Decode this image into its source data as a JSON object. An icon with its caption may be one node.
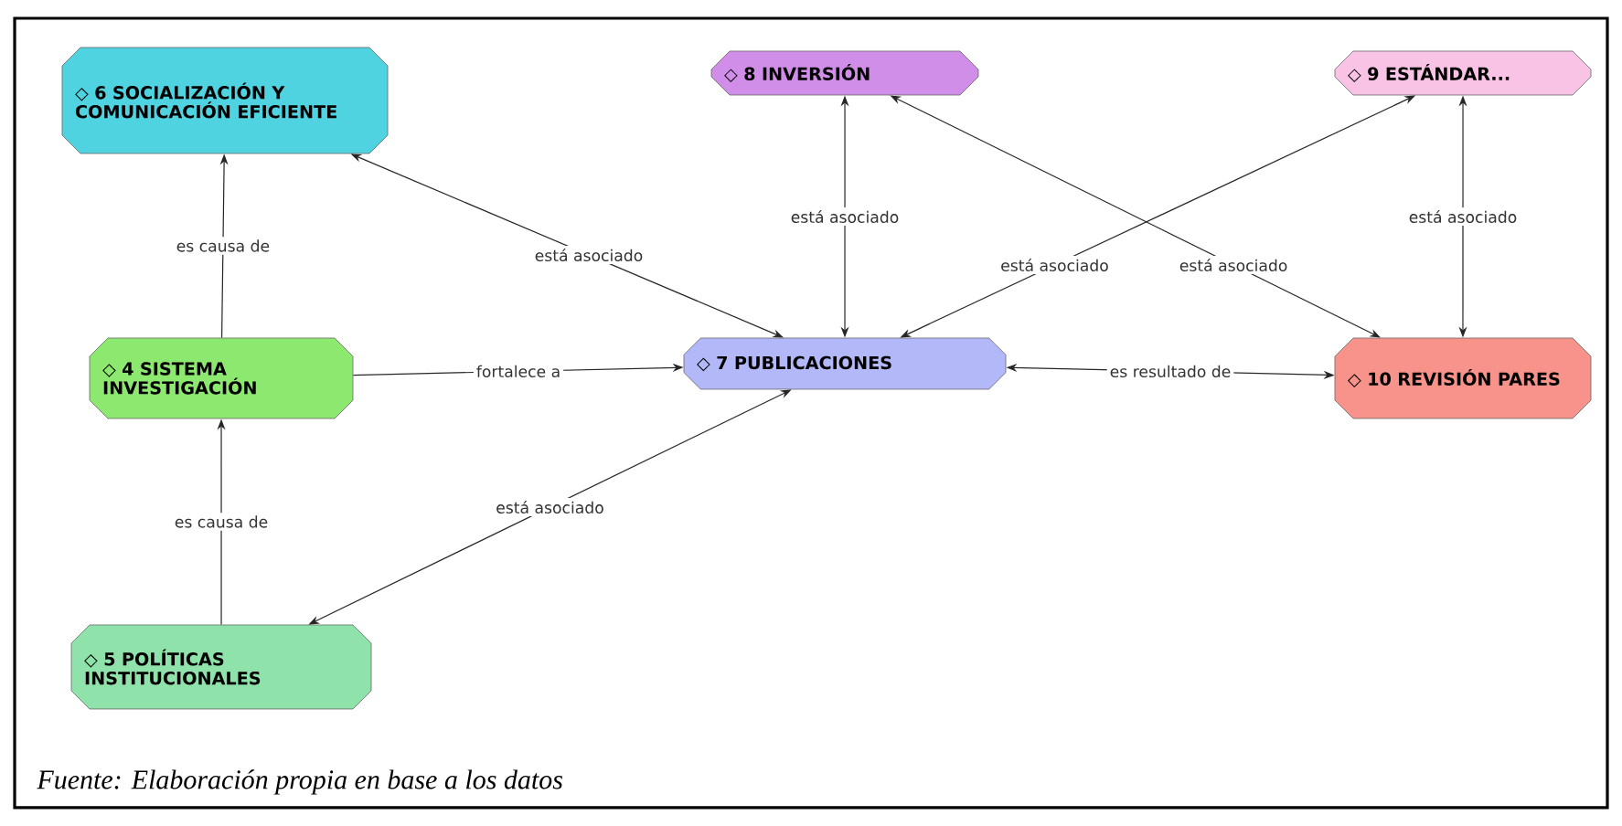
{
  "diagram": {
    "caption": "Fuente: Elaboración propia en base a los datos",
    "nodes": [
      {
        "text": [
          "◇ 6 SOCIALIZACIÓN Y COMUNICACIÓN EFICIENTE"
        ]
      },
      {
        "text": [
          "◇ 8 INVERSIÓN"
        ]
      },
      {
        "text": [
          "◇ 9 ESTÁNDAR..."
        ]
      },
      {
        "text": [
          "◇ 4 SISTEMA INVESTIGACIÓN"
        ]
      },
      {
        "text": [
          "◇ 7 PUBLICACIONES"
        ]
      },
      {
        "text": [
          "◇ 10 REVISIÓN PARES"
        ]
      },
      {
        "text": [
          "◇ 5 POLÍTICAS INSTITUCIONALES"
        ]
      }
    ],
    "edges": [
      {
        "from": 3,
        "to": 0,
        "arrow": "to",
        "label": "es causa de"
      },
      {
        "from": 6,
        "to": 3,
        "arrow": "to",
        "label": "es causa de"
      },
      {
        "from": 3,
        "to": 4,
        "arrow": "to",
        "label": "fortalece a"
      },
      {
        "from": 4,
        "to": 0,
        "arrow": "both",
        "label": "está asociado"
      },
      {
        "from": 4,
        "to": 6,
        "arrow": "both",
        "label": "está asociado"
      },
      {
        "from": 4,
        "to": 1,
        "arrow": "both",
        "label": "está asociado"
      },
      {
        "from": 4,
        "to": 2,
        "arrow": "both",
        "label": "está asociado"
      },
      {
        "from": 1,
        "to": 5,
        "arrow": "both",
        "label": "está asociado"
      },
      {
        "from": 2,
        "to": 5,
        "arrow": "both",
        "label": "está asociado"
      },
      {
        "from": 4,
        "to": 5,
        "arrow": "both",
        "label": "es resultado de"
      }
    ]
  }
}
